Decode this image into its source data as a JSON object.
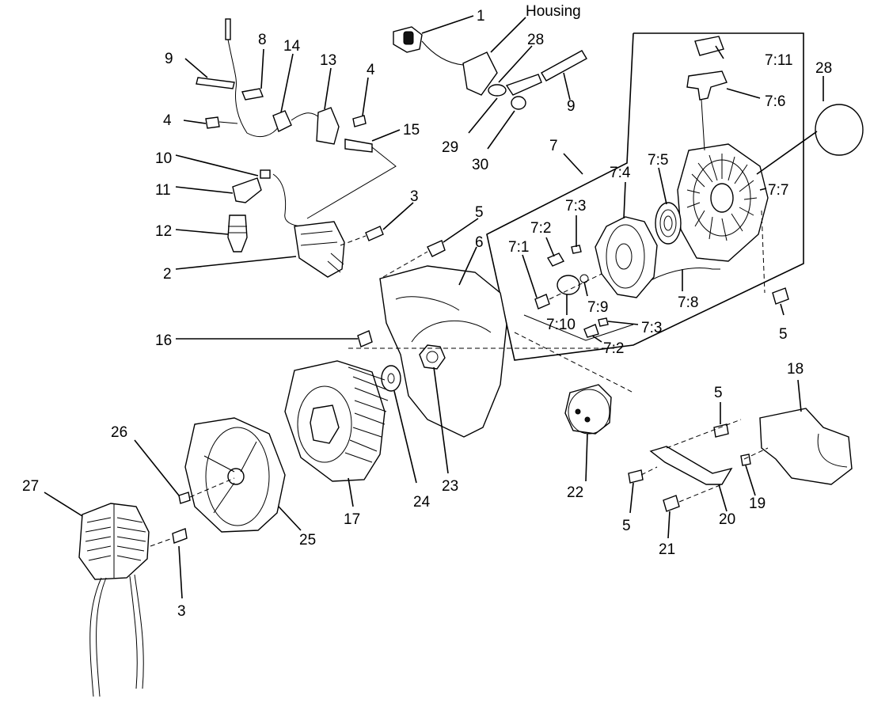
{
  "labels": {
    "l1": "1",
    "housing": "Housing",
    "l28a": "28",
    "l9a": "9",
    "l29": "29",
    "l30": "30",
    "l9b": "9",
    "l8": "8",
    "l14": "14",
    "l13": "13",
    "l4a": "4",
    "l4b": "4",
    "l15": "15",
    "l10": "10",
    "l11": "11",
    "l12": "12",
    "l2": "2",
    "l3a": "3",
    "l7": "7",
    "l7_11": "7:11",
    "l7_6": "7:6",
    "l28b": "28",
    "l7_4": "7:4",
    "l7_5": "7:5",
    "l7_7": "7:7",
    "l7_3a": "7:3",
    "l7_2a": "7:2",
    "l7_1": "7:1",
    "l7_9": "7:9",
    "l7_10": "7:10",
    "l7_3b": "7:3",
    "l7_2b": "7:2",
    "l7_8": "7:8",
    "l5a": "5",
    "l5b": "5",
    "l6": "6",
    "l16": "16",
    "l18": "18",
    "l5c": "5",
    "l19": "19",
    "l20": "20",
    "l5d": "5",
    "l21": "21",
    "l22": "22",
    "l23": "23",
    "l24": "24",
    "l17": "17",
    "l25": "25",
    "l26": "26",
    "l27": "27",
    "l3b": "3"
  }
}
